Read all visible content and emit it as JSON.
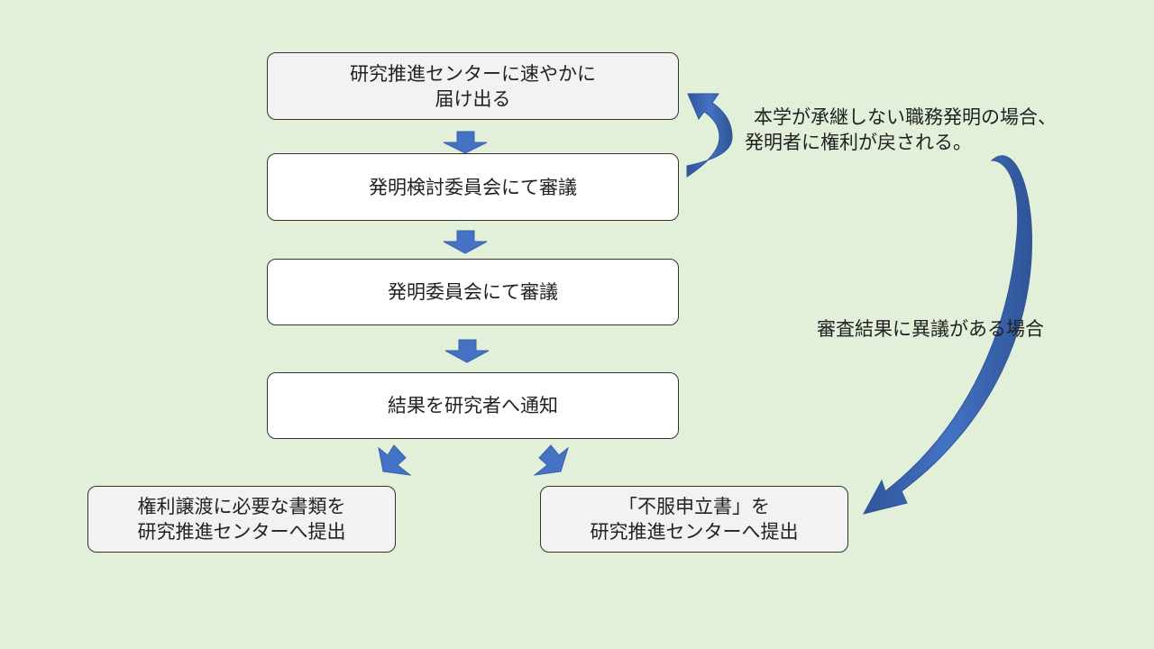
{
  "flow": {
    "step1": {
      "line1": "研究推進センターに速やかに",
      "line2": "届け出る"
    },
    "step2": "発明検討委員会にて審議",
    "step3": "発明委員会にて審議",
    "step4": "結果を研究者へ通知",
    "outcome_left": {
      "line1": "権利譲渡に必要な書類を",
      "line2": "研究推進センターへ提出"
    },
    "outcome_right": {
      "line1": "「不服申立書」を",
      "line2": "研究推進センターへ提出"
    }
  },
  "notes": {
    "return_rights": {
      "line1": "本学が承継しない職務発明の場合、",
      "line2": "発明者に権利が戻される。"
    },
    "objection": "審査結果に異議がある場合"
  },
  "colors": {
    "background": "#e2efd9",
    "arrow": "#4472c4",
    "box_white": "#ffffff",
    "box_grey": "#f2f2f2"
  }
}
